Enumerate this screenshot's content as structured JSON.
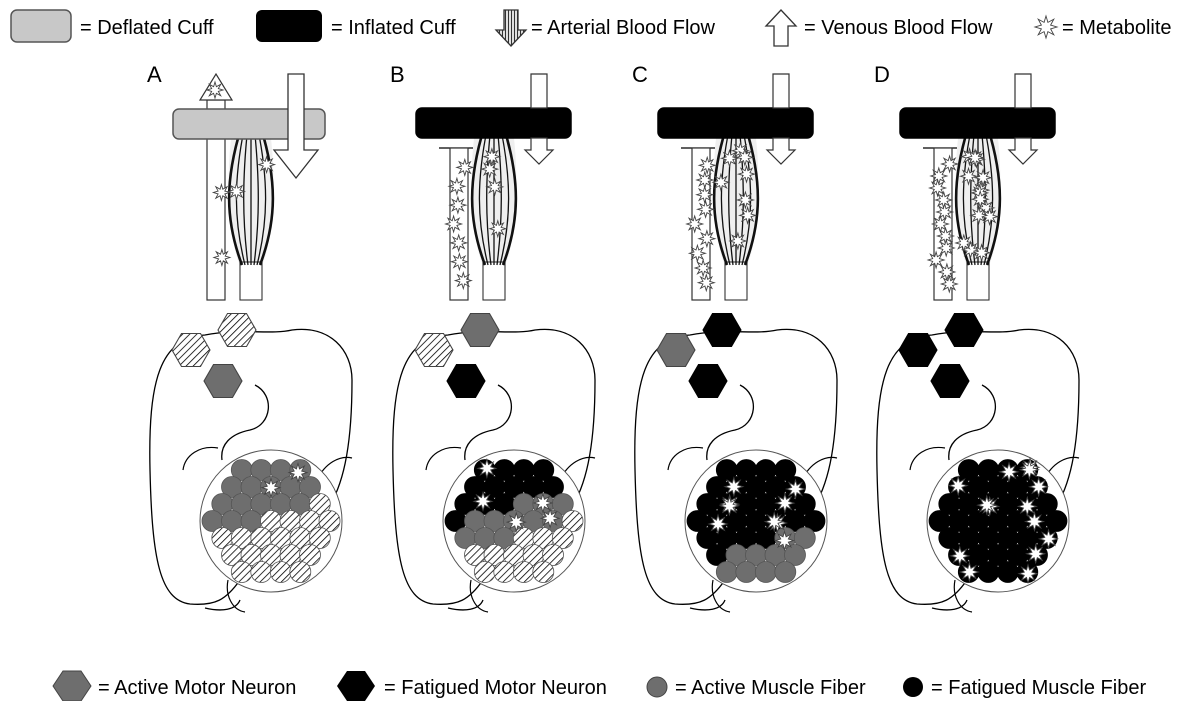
{
  "legend_top": {
    "deflated_cuff": "= Deflated Cuff",
    "inflated_cuff": "= Inflated Cuff",
    "arterial_flow": "= Arterial Blood Flow",
    "venous_flow": "= Venous Blood Flow",
    "metabolite": "= Metabolite"
  },
  "legend_bottom": {
    "active_motor_neuron": "= Active Motor Neuron",
    "fatigued_motor_neuron": "= Fatigued Motor Neuron",
    "active_muscle_fiber": "= Active Muscle Fiber",
    "fatigued_muscle_fiber": "= Fatigued Muscle Fiber"
  },
  "colors": {
    "deflated_cuff": "#c8c8c8",
    "inflated_cuff": "#000000",
    "active": "#6e6e6e",
    "fatigued": "#000000",
    "resting_fill": "#ffffff"
  },
  "panels": [
    {
      "label": "A",
      "cuff": "deflated",
      "neurons": [
        "resting",
        "resting",
        "active"
      ],
      "fibers": {
        "fatigued": 0,
        "active": 0.45
      },
      "muscle_metabolites": 2,
      "vessel_metabolites": 2,
      "fiber_metabolites": 2
    },
    {
      "label": "B",
      "cuff": "inflated",
      "neurons": [
        "resting",
        "active",
        "fatigued"
      ],
      "fibers": {
        "fatigued": 0.35,
        "active": 0.3
      },
      "muscle_metabolites": 4,
      "vessel_metabolites": 7,
      "fiber_metabolites": 5
    },
    {
      "label": "C",
      "cuff": "inflated",
      "neurons": [
        "active",
        "fatigued",
        "fatigued"
      ],
      "fibers": {
        "fatigued": 0.72,
        "active": 0.28
      },
      "muscle_metabolites": 8,
      "vessel_metabolites": 9,
      "fiber_metabolites": 9
    },
    {
      "label": "D",
      "cuff": "inflated",
      "neurons": [
        "fatigued",
        "fatigued",
        "fatigued"
      ],
      "fibers": {
        "fatigued": 1,
        "active": 0
      },
      "muscle_metabolites": 14,
      "vessel_metabolites": 11,
      "fiber_metabolites": 14
    }
  ]
}
